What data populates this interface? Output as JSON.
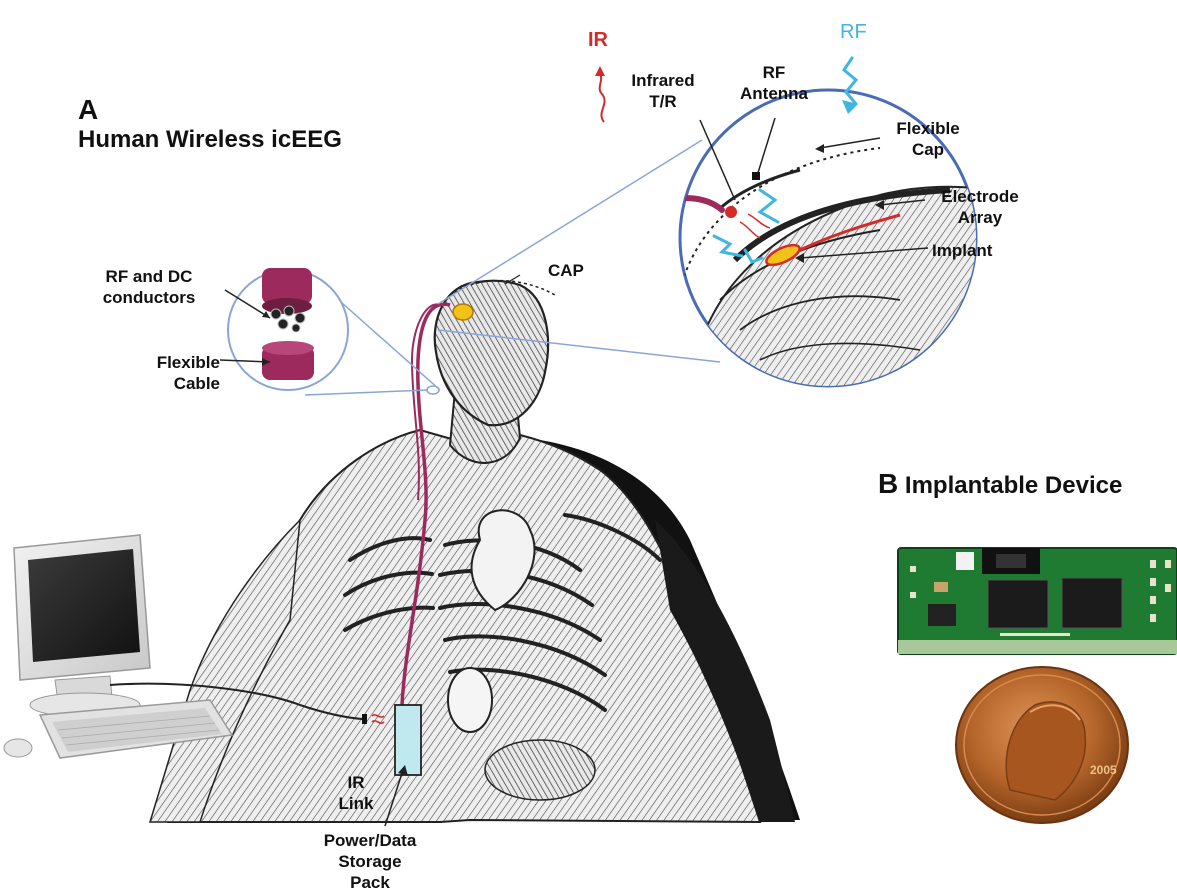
{
  "panel_a": {
    "letter": "A",
    "title": "Human Wireless icEEG"
  },
  "panel_b": {
    "letter": "B",
    "title": "Implantable Device",
    "coin_year": "2005"
  },
  "labels": {
    "ir": "IR",
    "rf": "RF",
    "infrared_tr": "Infrared\nT/R",
    "rf_antenna": "RF\nAntenna",
    "flexible_cap": "Flexible\nCap",
    "electrode_array": "Electrode\nArray",
    "implant": "Implant",
    "cap": "CAP",
    "rf_dc_conductors": "RF and DC\nconductors",
    "flexible_cable": "Flexible\nCable",
    "ir_link": "IR\nLink",
    "power_pack": "Power/Data\nStorage\nPack"
  },
  "colors": {
    "ir_red": "#d42a2a",
    "rf_blue": "#3fb6e0",
    "cable_magenta": "#9c2a5c",
    "circle_outline": "#4a6bb5",
    "pcb_green": "#1f7a32",
    "copper": "#b5652a",
    "pack_cyan": "#bfe9ef"
  }
}
